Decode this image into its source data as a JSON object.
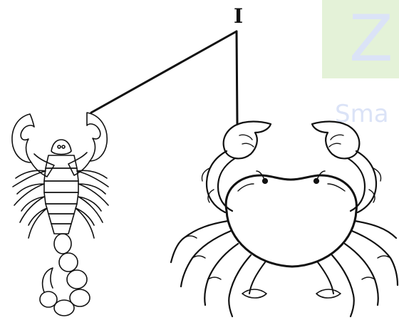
{
  "pointer": {
    "label": "I"
  },
  "watermark": {
    "text": "Sma",
    "colors": {
      "box": "#e4f2d8",
      "letter": "#dbe3f7"
    }
  },
  "figures": [
    {
      "name": "scorpion",
      "style": "line drawing"
    },
    {
      "name": "crab",
      "style": "line drawing"
    }
  ]
}
